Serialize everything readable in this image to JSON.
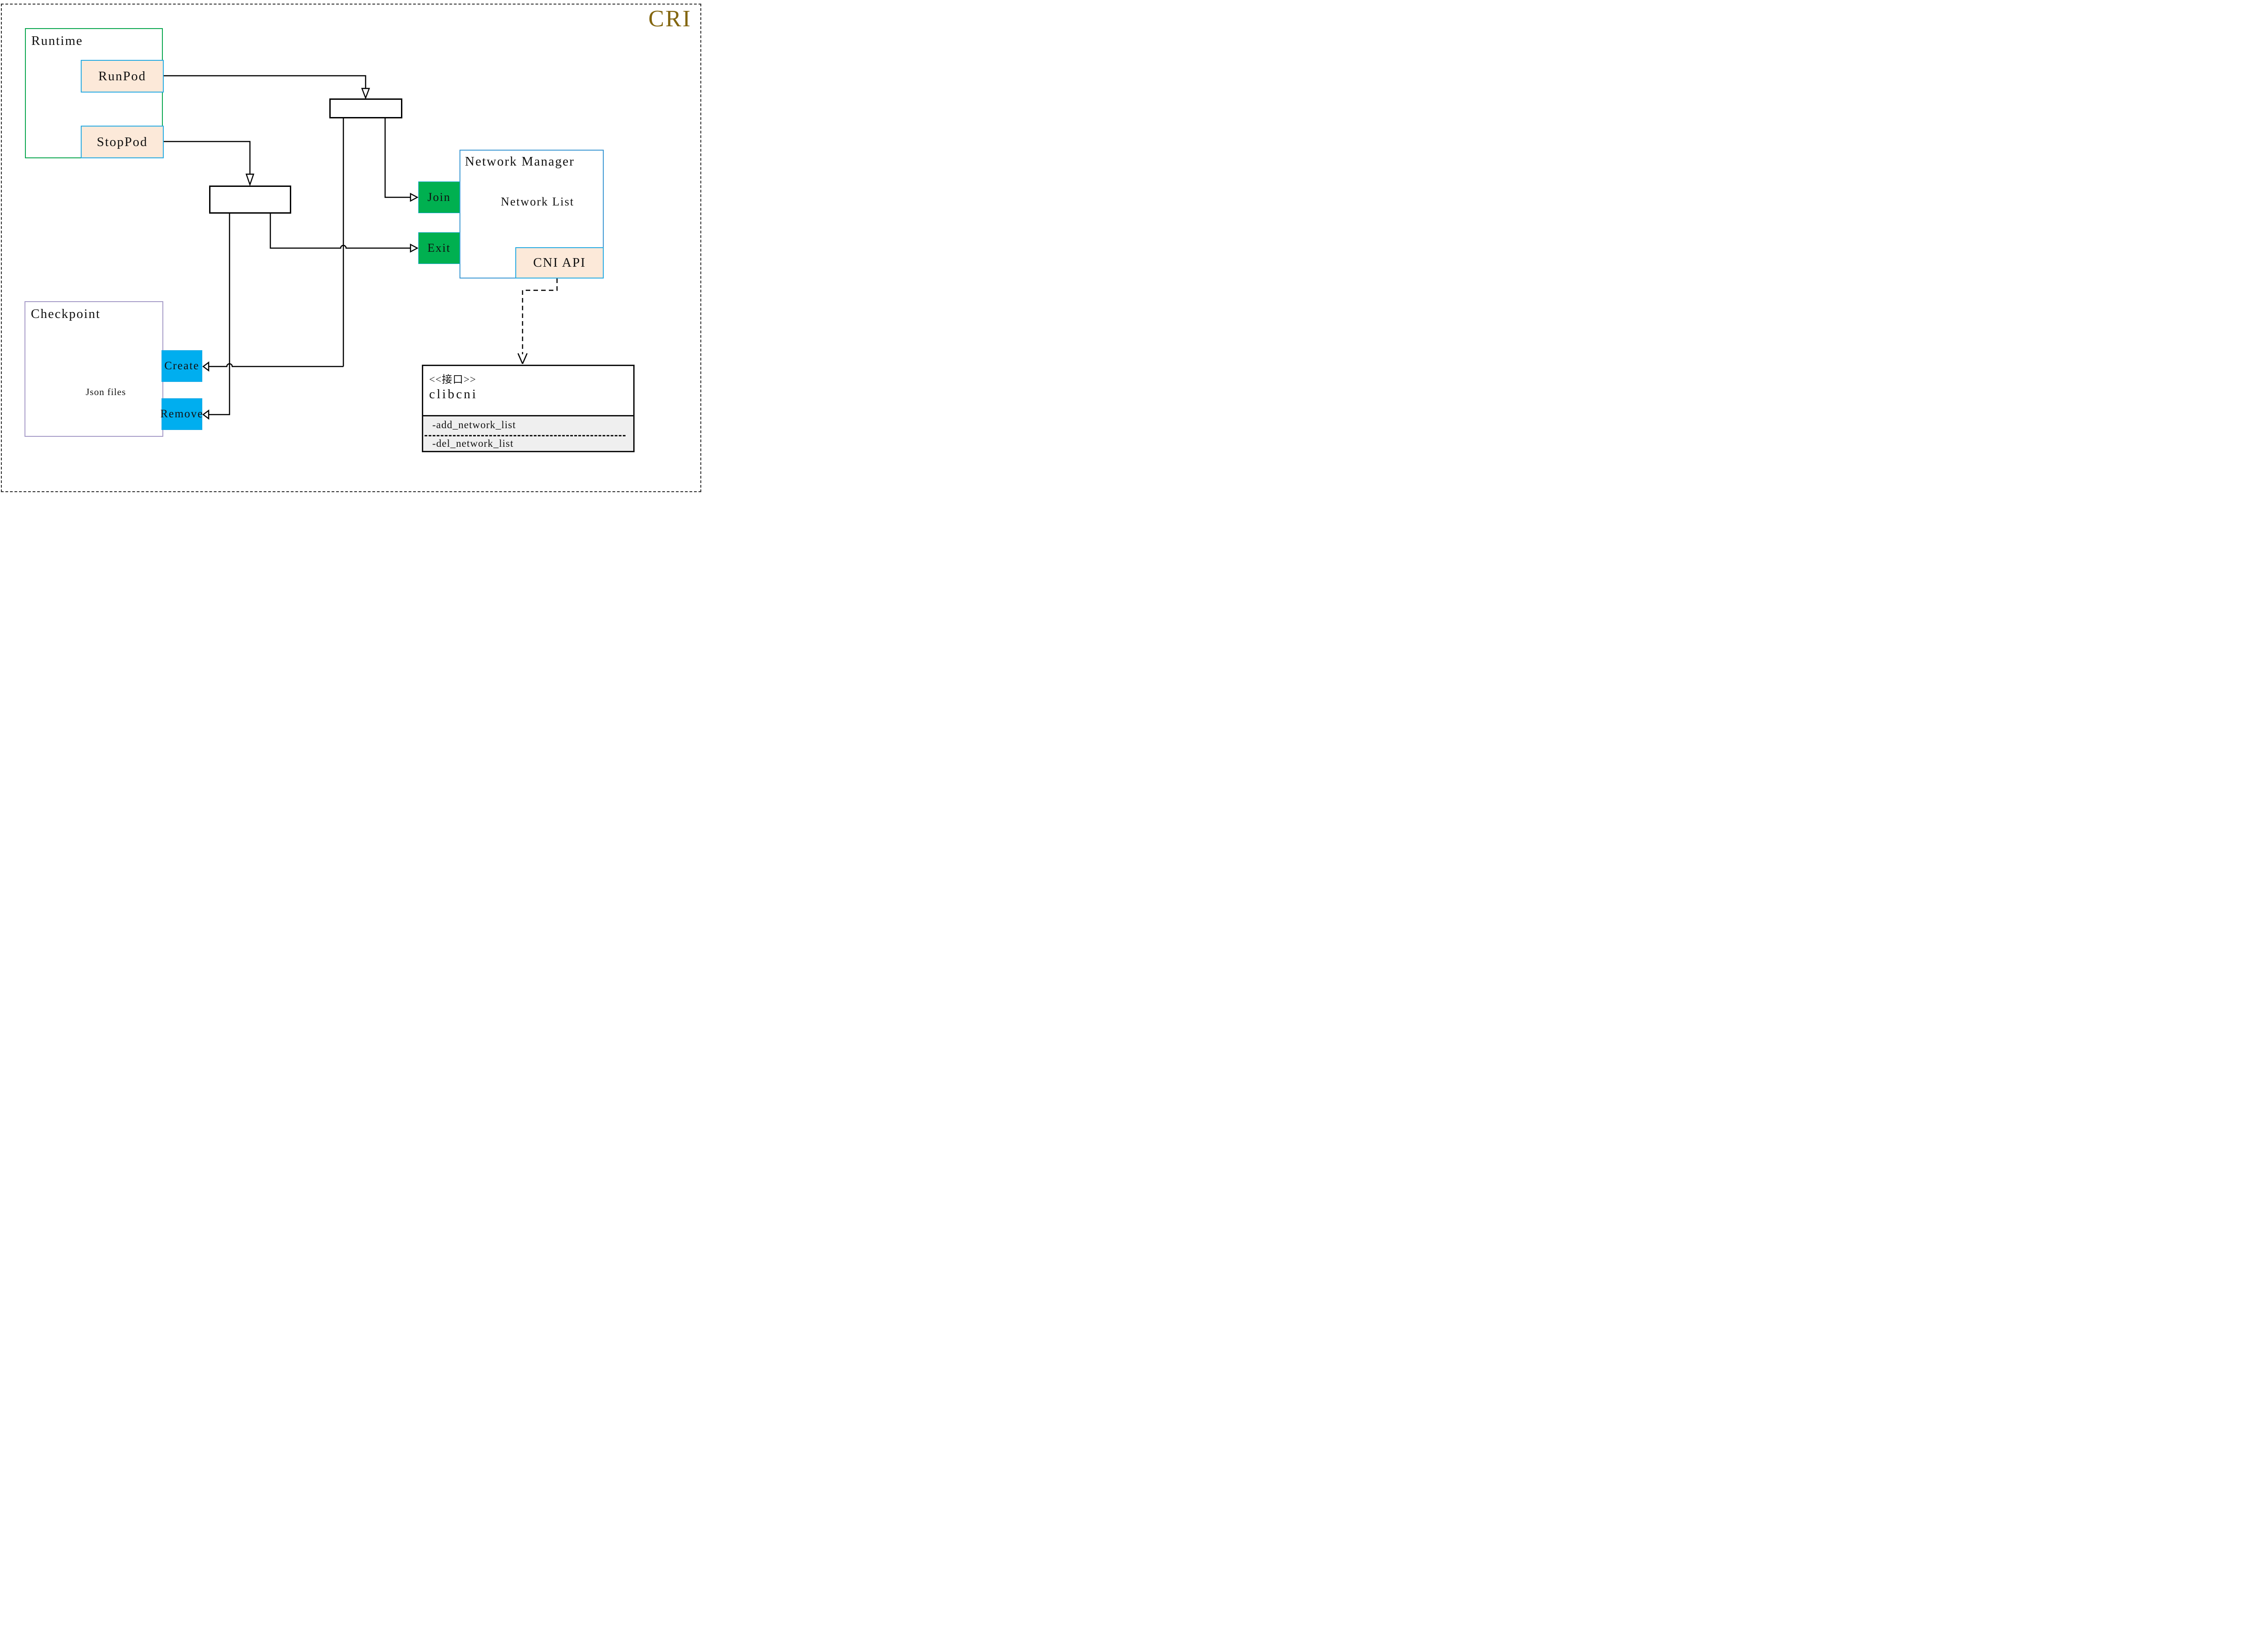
{
  "badge": {
    "label": "CRI"
  },
  "runtime": {
    "title": "Runtime",
    "run_pod": "RunPod",
    "stop_pod": "StopPod"
  },
  "network_manager": {
    "title": "Network Manager",
    "network_list": "Network List",
    "cni_api": "CNI API",
    "join": "Join",
    "exit": "Exit"
  },
  "checkpoint": {
    "title": "Checkpoint",
    "json_files": "Json files",
    "create": "Create",
    "remove": "Remove"
  },
  "clibcni": {
    "stereotype": "<<接口>>",
    "name": "clibcni",
    "methods": {
      "add": "-add_network_list",
      "del": "-del_network_list"
    }
  },
  "colors": {
    "cri_label": "#83660F",
    "runtime_border": "#0CA750",
    "network_manager_border": "#3B97D3",
    "checkpoint_border": "#A79CC8",
    "node_border_blue": "#29ABE2",
    "peach_node_fill": "#FCE9D9",
    "green_node_fill": "#00B050",
    "blue_node_fill": "#00AEEF",
    "interface_methods_fill": "#EFEFEF",
    "database_icon_stroke": "#595959",
    "connector_stroke": "#000000"
  }
}
